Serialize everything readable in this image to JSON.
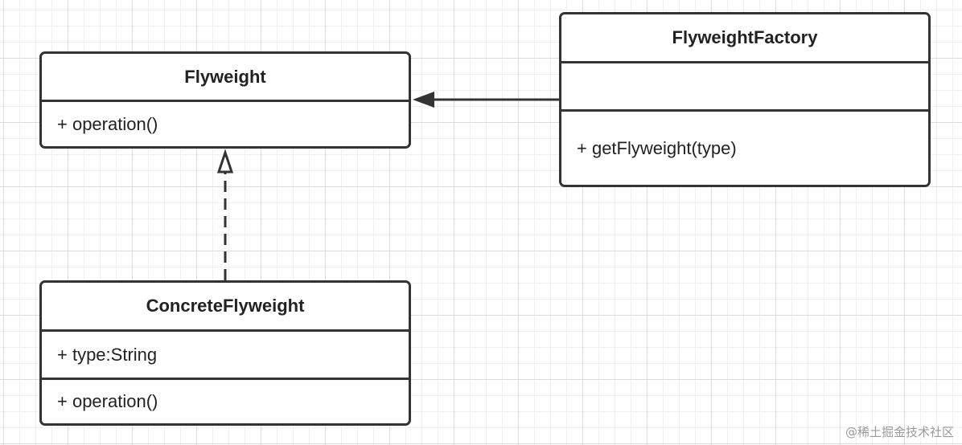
{
  "diagram": {
    "classes": {
      "flyweight": {
        "name": "Flyweight",
        "methods": [
          "+ operation()"
        ]
      },
      "factory": {
        "name": "FlyweightFactory",
        "attributes": [],
        "methods": [
          "+ getFlyweight(type)"
        ]
      },
      "concrete": {
        "name": "ConcreteFlyweight",
        "attributes": [
          "+ type:String"
        ],
        "methods": [
          "+ operation()"
        ]
      }
    },
    "relations": [
      {
        "from": "FlyweightFactory",
        "to": "Flyweight",
        "kind": "association"
      },
      {
        "from": "ConcreteFlyweight",
        "to": "Flyweight",
        "kind": "realization"
      }
    ]
  },
  "watermark": "@稀土掘金技术社区",
  "colors": {
    "line": "#333333",
    "grid_major": "#dcdcdc",
    "grid_minor": "#f1f1f1",
    "background": "#ffffff"
  }
}
